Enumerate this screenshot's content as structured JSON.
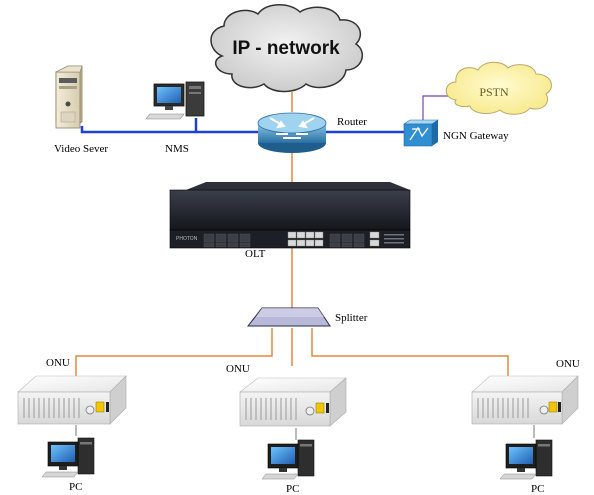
{
  "cloud": {
    "label": "IP - network"
  },
  "pstn": {
    "label": "PSTN"
  },
  "nodes": {
    "video_server": "Video Sever",
    "nms": "NMS",
    "router": "Router",
    "ngn_gateway": "NGN Gateway",
    "olt": "OLT",
    "splitter": "Splitter",
    "onu_left": "ONU",
    "onu_right": "ONU",
    "onu_center": "ONU",
    "pc_left": "PC",
    "pc_center": "PC",
    "pc_right": "PC"
  },
  "olt_brand": "PHOTON",
  "colors": {
    "blue_link": "#1f3fd6",
    "orange_fiber": "#e08a3c",
    "purple_link": "#7b3fb8",
    "cloud_fill": "#d4d4d4",
    "pstn_fill": "#fdf3a8",
    "router_blue": "#2d7fb8"
  }
}
